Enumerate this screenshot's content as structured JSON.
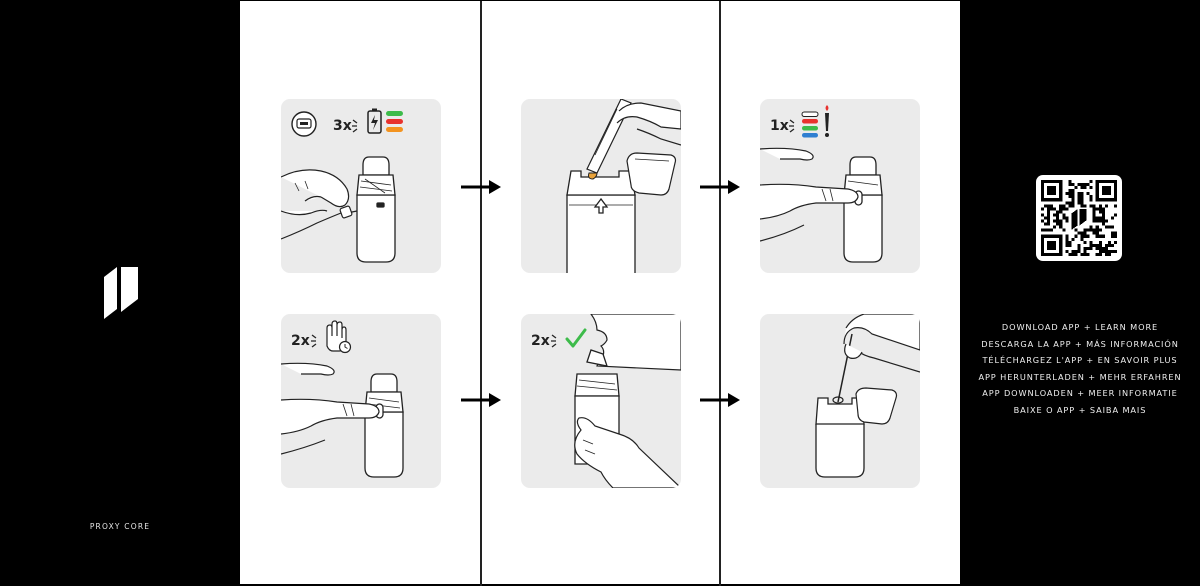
{
  "brand": {
    "name": "PROXY CORE"
  },
  "right_panel": {
    "lines": [
      "DOWNLOAD APP + LEARN MORE",
      "DESCARGA LA APP + MÁS INFORMACIÓN",
      "TÉLÉCHARGEZ L'APP + EN SAVOIR PLUS",
      "APP HERUNTERLADEN + MEHR ERFAHREN",
      "APP DOWNLOADEN + MEER INFORMATIE",
      "BAIXE O APP + SAIBA MAIS"
    ]
  },
  "steps": {
    "charge": {
      "count": "3x"
    },
    "lock": {
      "count": "2x"
    },
    "fill": {
      "count": ""
    },
    "inhale": {
      "count": "2x"
    },
    "status": {
      "count": "1x"
    },
    "clean": {
      "count": ""
    }
  },
  "icons": {
    "logo": "proxy-logo-icon",
    "qr": "qr-code-icon",
    "battery": "battery-charging-icon",
    "hand": "hand-stop-icon",
    "clock": "clock-icon",
    "check": "checkmark-icon",
    "alert": "exclamation-icon",
    "arrow": "arrow-right-icon"
  },
  "colors": {
    "led_green": "#3dbb4a",
    "led_red": "#e8322e",
    "led_orange": "#f3931f",
    "led_blue": "#2f7fd1",
    "check_green": "#3dbb4a",
    "accent_orange": "#e8a23a"
  }
}
